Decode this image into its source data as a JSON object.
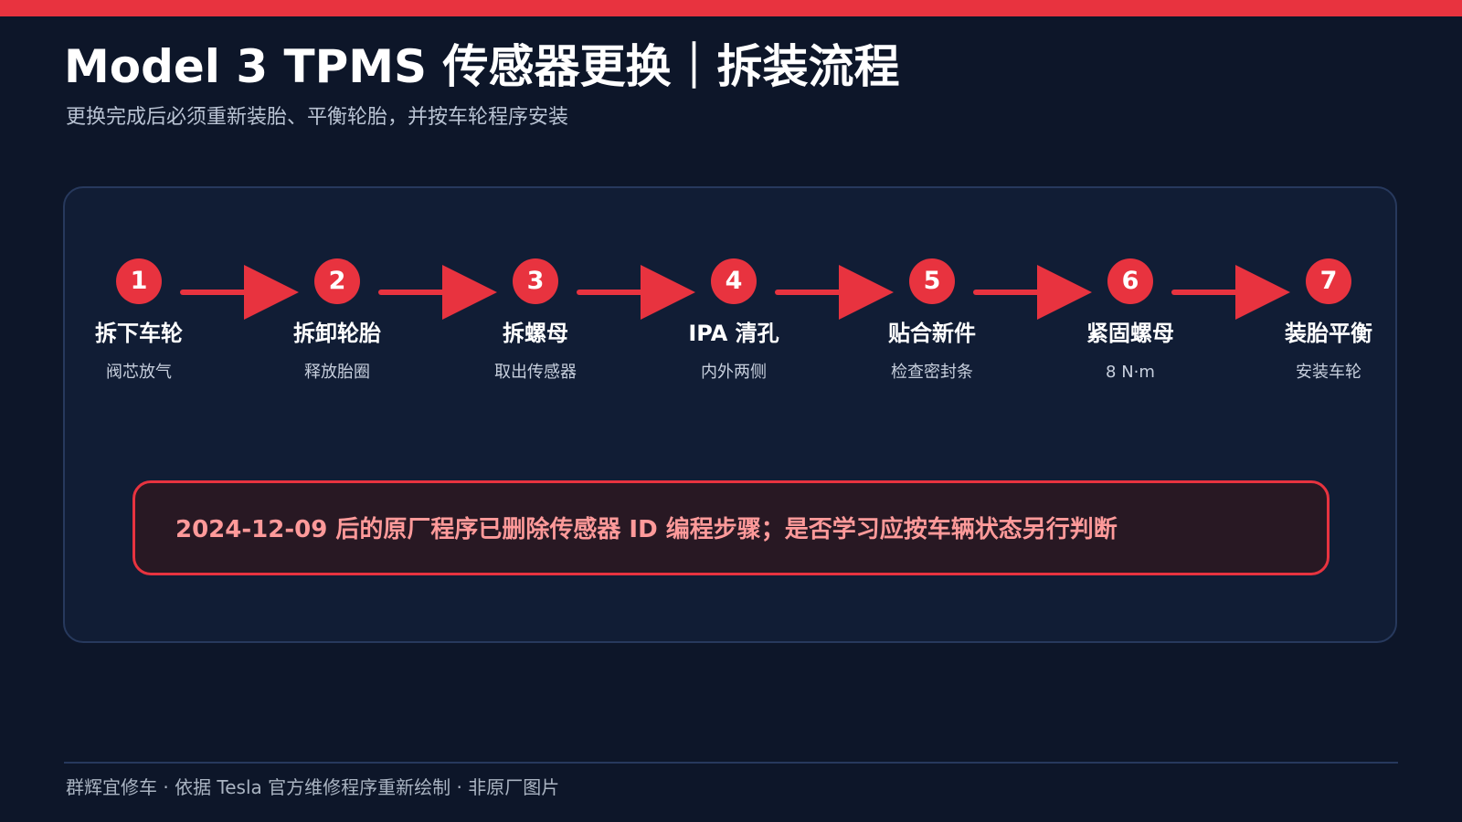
{
  "header": {
    "title": "Model 3 TPMS 传感器更换｜拆装流程",
    "subtitle": "更换完成后必须重新装胎、平衡轮胎，并按车轮程序安装"
  },
  "colors": {
    "accent": "#e8333f",
    "background": "#0d1629",
    "panel": "#111d35",
    "panel_border": "#27395d",
    "warning_text": "#ff9a9a"
  },
  "flow": {
    "steps": [
      {
        "number": "1",
        "title": "拆下车轮",
        "description": "阀芯放气"
      },
      {
        "number": "2",
        "title": "拆卸轮胎",
        "description": "释放胎圈"
      },
      {
        "number": "3",
        "title": "拆螺母",
        "description": "取出传感器"
      },
      {
        "number": "4",
        "title": "IPA 清孔",
        "description": "内外两侧"
      },
      {
        "number": "5",
        "title": "贴合新件",
        "description": "检查密封条"
      },
      {
        "number": "6",
        "title": "紧固螺母",
        "description": "8 N·m"
      },
      {
        "number": "7",
        "title": "装胎平衡",
        "description": "安装车轮"
      }
    ]
  },
  "warning": {
    "text": "2024-12-09 后的原厂程序已删除传感器 ID 编程步骤；是否学习应按车辆状态另行判断"
  },
  "footer": {
    "text": "群辉宜修车 · 依据 Tesla 官方维修程序重新绘制 · 非原厂图片"
  }
}
